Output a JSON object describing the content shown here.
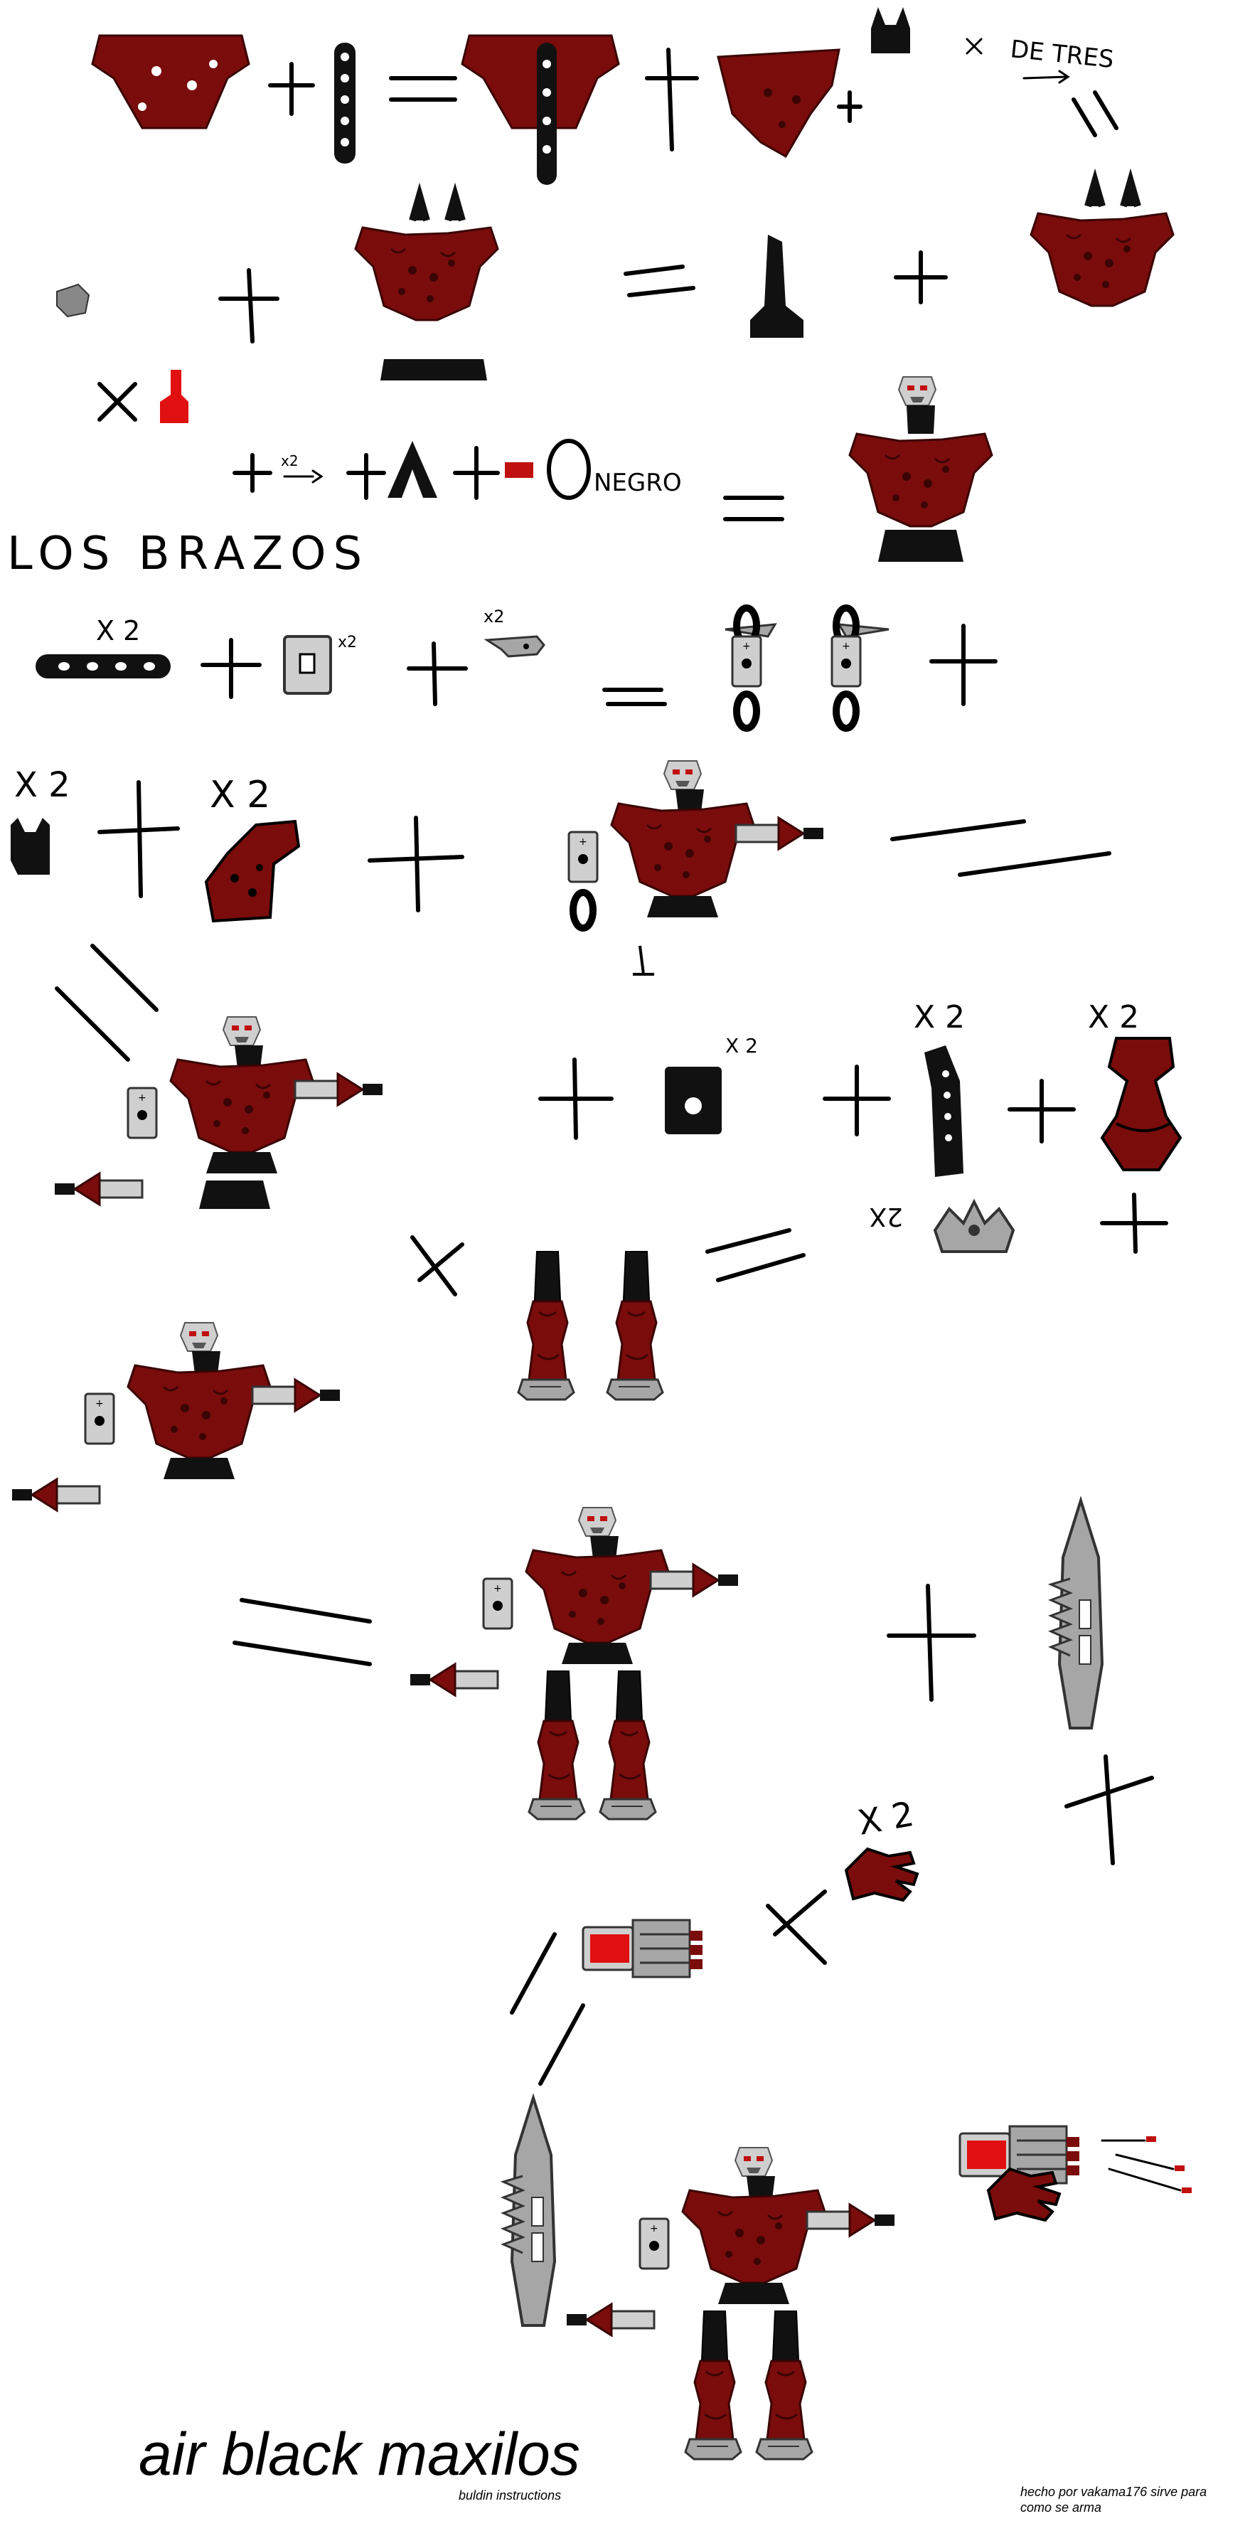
{
  "labels": {
    "de_tres": "DE TRES",
    "negro": "NEGRO",
    "los_brazos": "LOS BRAZOS",
    "x2": "X 2",
    "x2_small": "x2",
    "two_x": "2X"
  },
  "title": {
    "main": "air black maxilos",
    "sub": "buldin instructions"
  },
  "credit": {
    "line1": "hecho por vakama176 sirve para",
    "line2": "como se arma"
  },
  "colors": {
    "armor_red": "#7a0c0c",
    "armor_dark": "#4a0606",
    "bright_red": "#e01010",
    "silver": "#a6a6a6",
    "light_gray": "#cfcfcf",
    "black": "#000000",
    "white": "#ffffff"
  }
}
